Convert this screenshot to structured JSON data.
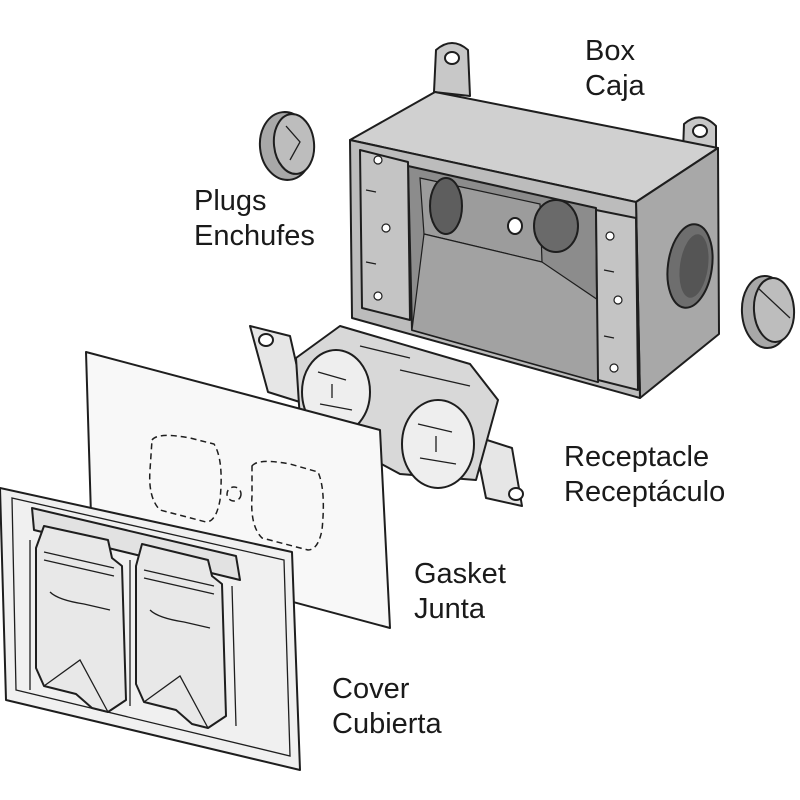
{
  "labels": {
    "box": {
      "en": "Box",
      "es": "Caja"
    },
    "plugs": {
      "en": "Plugs",
      "es": "Enchufes"
    },
    "receptacle": {
      "en": "Receptacle",
      "es": "Receptáculo"
    },
    "gasket": {
      "en": "Gasket",
      "es": "Junta"
    },
    "cover": {
      "en": "Cover",
      "es": "Cubierta"
    }
  },
  "colors": {
    "box_face": "#b9b9b9",
    "box_top": "#cfcfcf",
    "box_side": "#a6a6a6",
    "box_inside": "#8f8f8f",
    "part_light": "#ececec",
    "outline": "#1e1e1e"
  }
}
